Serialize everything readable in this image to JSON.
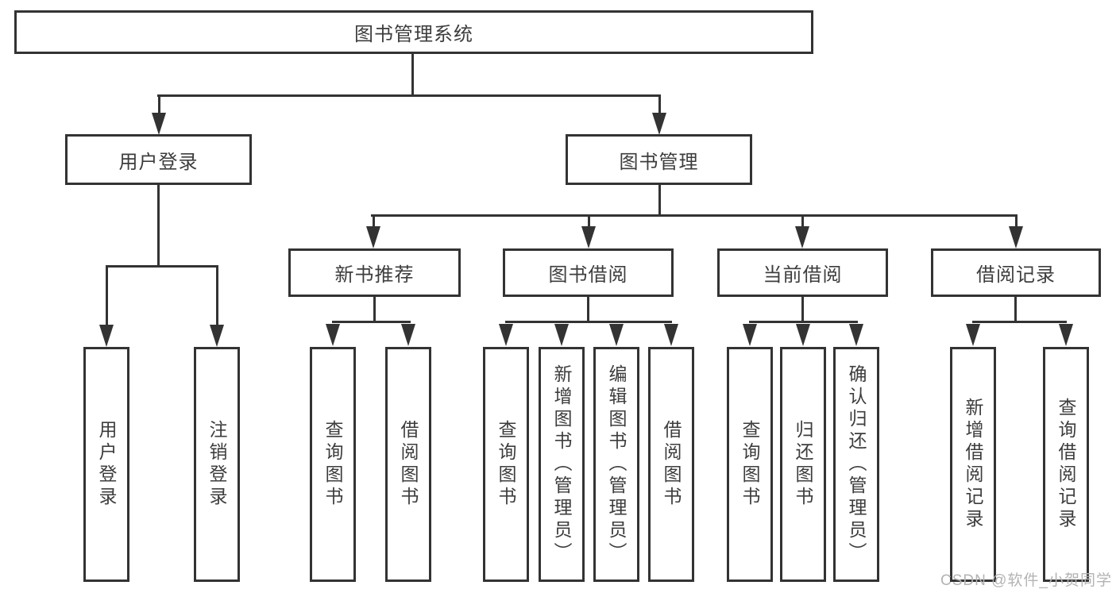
{
  "diagram": {
    "root": "图书管理系统",
    "level2": [
      "用户登录",
      "图书管理"
    ],
    "level3": [
      "新书推荐",
      "图书借阅",
      "当前借阅",
      "借阅记录"
    ],
    "leaves": {
      "login": [
        "用户登录",
        "注销登录"
      ],
      "new_books": [
        "查询图书",
        "借阅图书"
      ],
      "borrowing": [
        "查询图书",
        "新增图书（管理员）",
        "编辑图书（管理员）",
        "借阅图书"
      ],
      "current": [
        "查询图书",
        "归还图书",
        "确认归还（管理员）"
      ],
      "records": [
        "新增借阅记录",
        "查询借阅记录"
      ]
    }
  },
  "watermark": "CSDN @软件_小贺同学",
  "colors": {
    "line": "#333333",
    "text": "#3d3d3d",
    "watermark": "#b3b3b3",
    "background": "#ffffff"
  }
}
